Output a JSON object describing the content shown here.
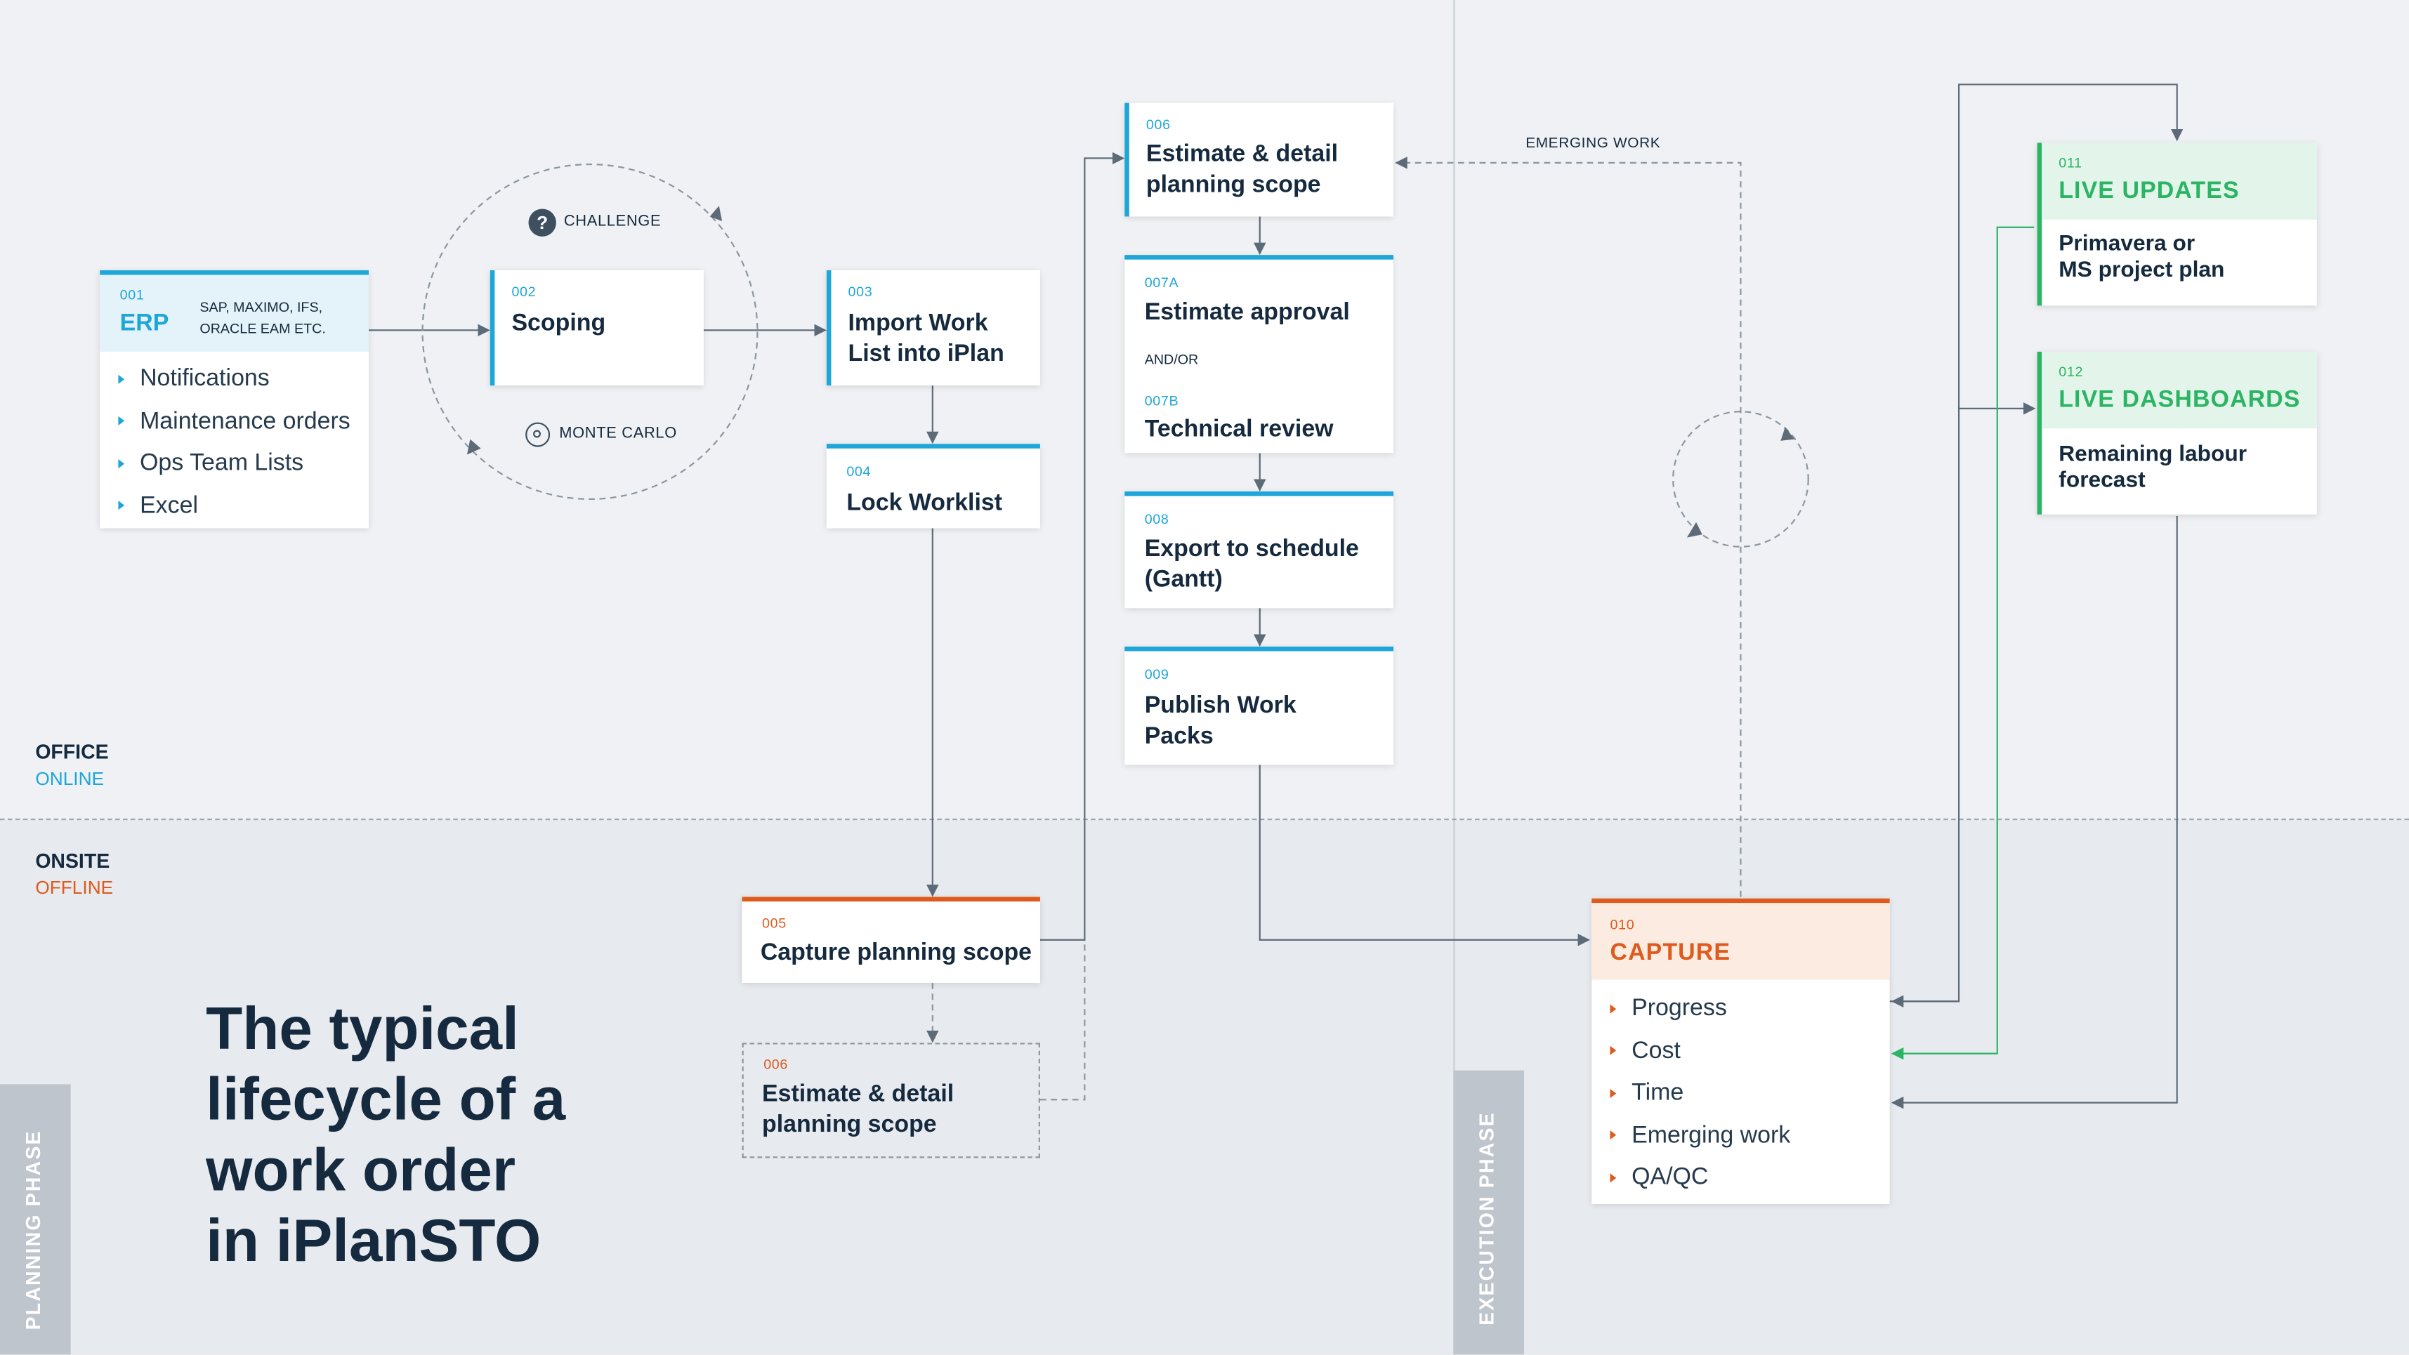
{
  "headline": {
    "line1": "The typical",
    "line2": "lifecycle of a",
    "line3": "work order",
    "line4": "in iPlanSTO"
  },
  "zones": {
    "office": "OFFICE",
    "online": "ONLINE",
    "onsite": "ONSITE",
    "offline": "OFFLINE"
  },
  "phases": {
    "planning": "PLANNING PHASE",
    "execution": "EXECUTION PHASE"
  },
  "labels": {
    "challenge": "CHALLENGE",
    "monte_carlo": "MONTE CARLO",
    "emerging_work": "EMERGING WORK",
    "and_or": "AND/OR"
  },
  "steps": {
    "erp": {
      "num": "001",
      "title": "ERP",
      "note1": "SAP, MAXIMO, IFS,",
      "note2": "ORACLE EAM ETC.",
      "items": [
        "Notifications",
        "Maintenance orders",
        "Ops Team Lists",
        "Excel"
      ]
    },
    "scoping": {
      "num": "002",
      "title": "Scoping"
    },
    "import": {
      "num": "003",
      "line1": "Import Work",
      "line2": "List into iPlan"
    },
    "lock": {
      "num": "004",
      "title": "Lock Worklist"
    },
    "capture_scope": {
      "num": "005",
      "title": "Capture planning scope"
    },
    "estimate_online": {
      "num": "006",
      "line1": "Estimate & detail",
      "line2": "planning scope"
    },
    "estimate_offline": {
      "num": "006",
      "line1": "Estimate & detail",
      "line2": "planning scope"
    },
    "approval": {
      "num": "007A",
      "title": "Estimate approval"
    },
    "technical": {
      "num": "007B",
      "title": "Technical review"
    },
    "export": {
      "num": "008",
      "line1": "Export to schedule",
      "line2": "(Gantt)"
    },
    "publish": {
      "num": "009",
      "line1": "Publish Work",
      "line2": "Packs"
    },
    "capture": {
      "num": "010",
      "title": "CAPTURE",
      "items": [
        "Progress",
        "Cost",
        "Time",
        "Emerging work",
        "QA/QC"
      ]
    },
    "live_updates": {
      "num": "011",
      "title": "LIVE UPDATES",
      "line1": "Primavera or",
      "line2": "MS project plan"
    },
    "live_dashboards": {
      "num": "012",
      "title": "LIVE DASHBOARDS",
      "line1": "Remaining labour",
      "line2": "forecast"
    }
  },
  "colors": {
    "blue": "#1ea6d8",
    "orange": "#df5a1c",
    "green": "#2bb463",
    "navy": "#152a3e",
    "connector": "#5d6b78"
  }
}
